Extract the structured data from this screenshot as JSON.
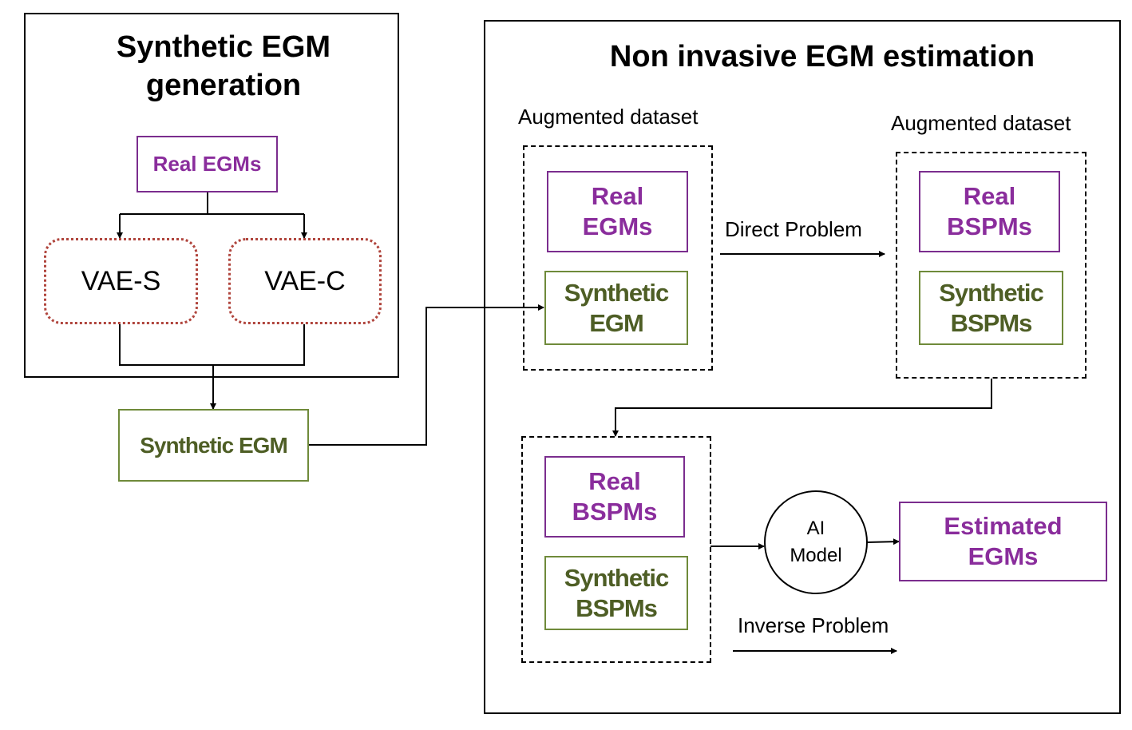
{
  "left_panel": {
    "title": "Synthetic EGM\ngeneration",
    "real_egms": "Real EGMs",
    "vae_s": "VAE-S",
    "vae_c": "VAE-C"
  },
  "synthetic_egm_output": "Synthetic EGM",
  "right_panel": {
    "title": "Non invasive EGM estimation",
    "dataset1": {
      "label": "Augmented dataset",
      "real": "Real\nEGMs",
      "synthetic": "Synthetic\nEGM"
    },
    "direct_problem": "Direct Problem",
    "dataset2": {
      "label": "Augmented dataset",
      "real": "Real\nBSPMs",
      "synthetic": "Synthetic\nBSPMs"
    },
    "dataset3": {
      "real": "Real\nBSPMs",
      "synthetic": "Synthetic\nBSPMs"
    },
    "ai_model": "AI\nModel",
    "estimated": "Estimated\nEGMs",
    "inverse_problem": "Inverse Problem"
  }
}
